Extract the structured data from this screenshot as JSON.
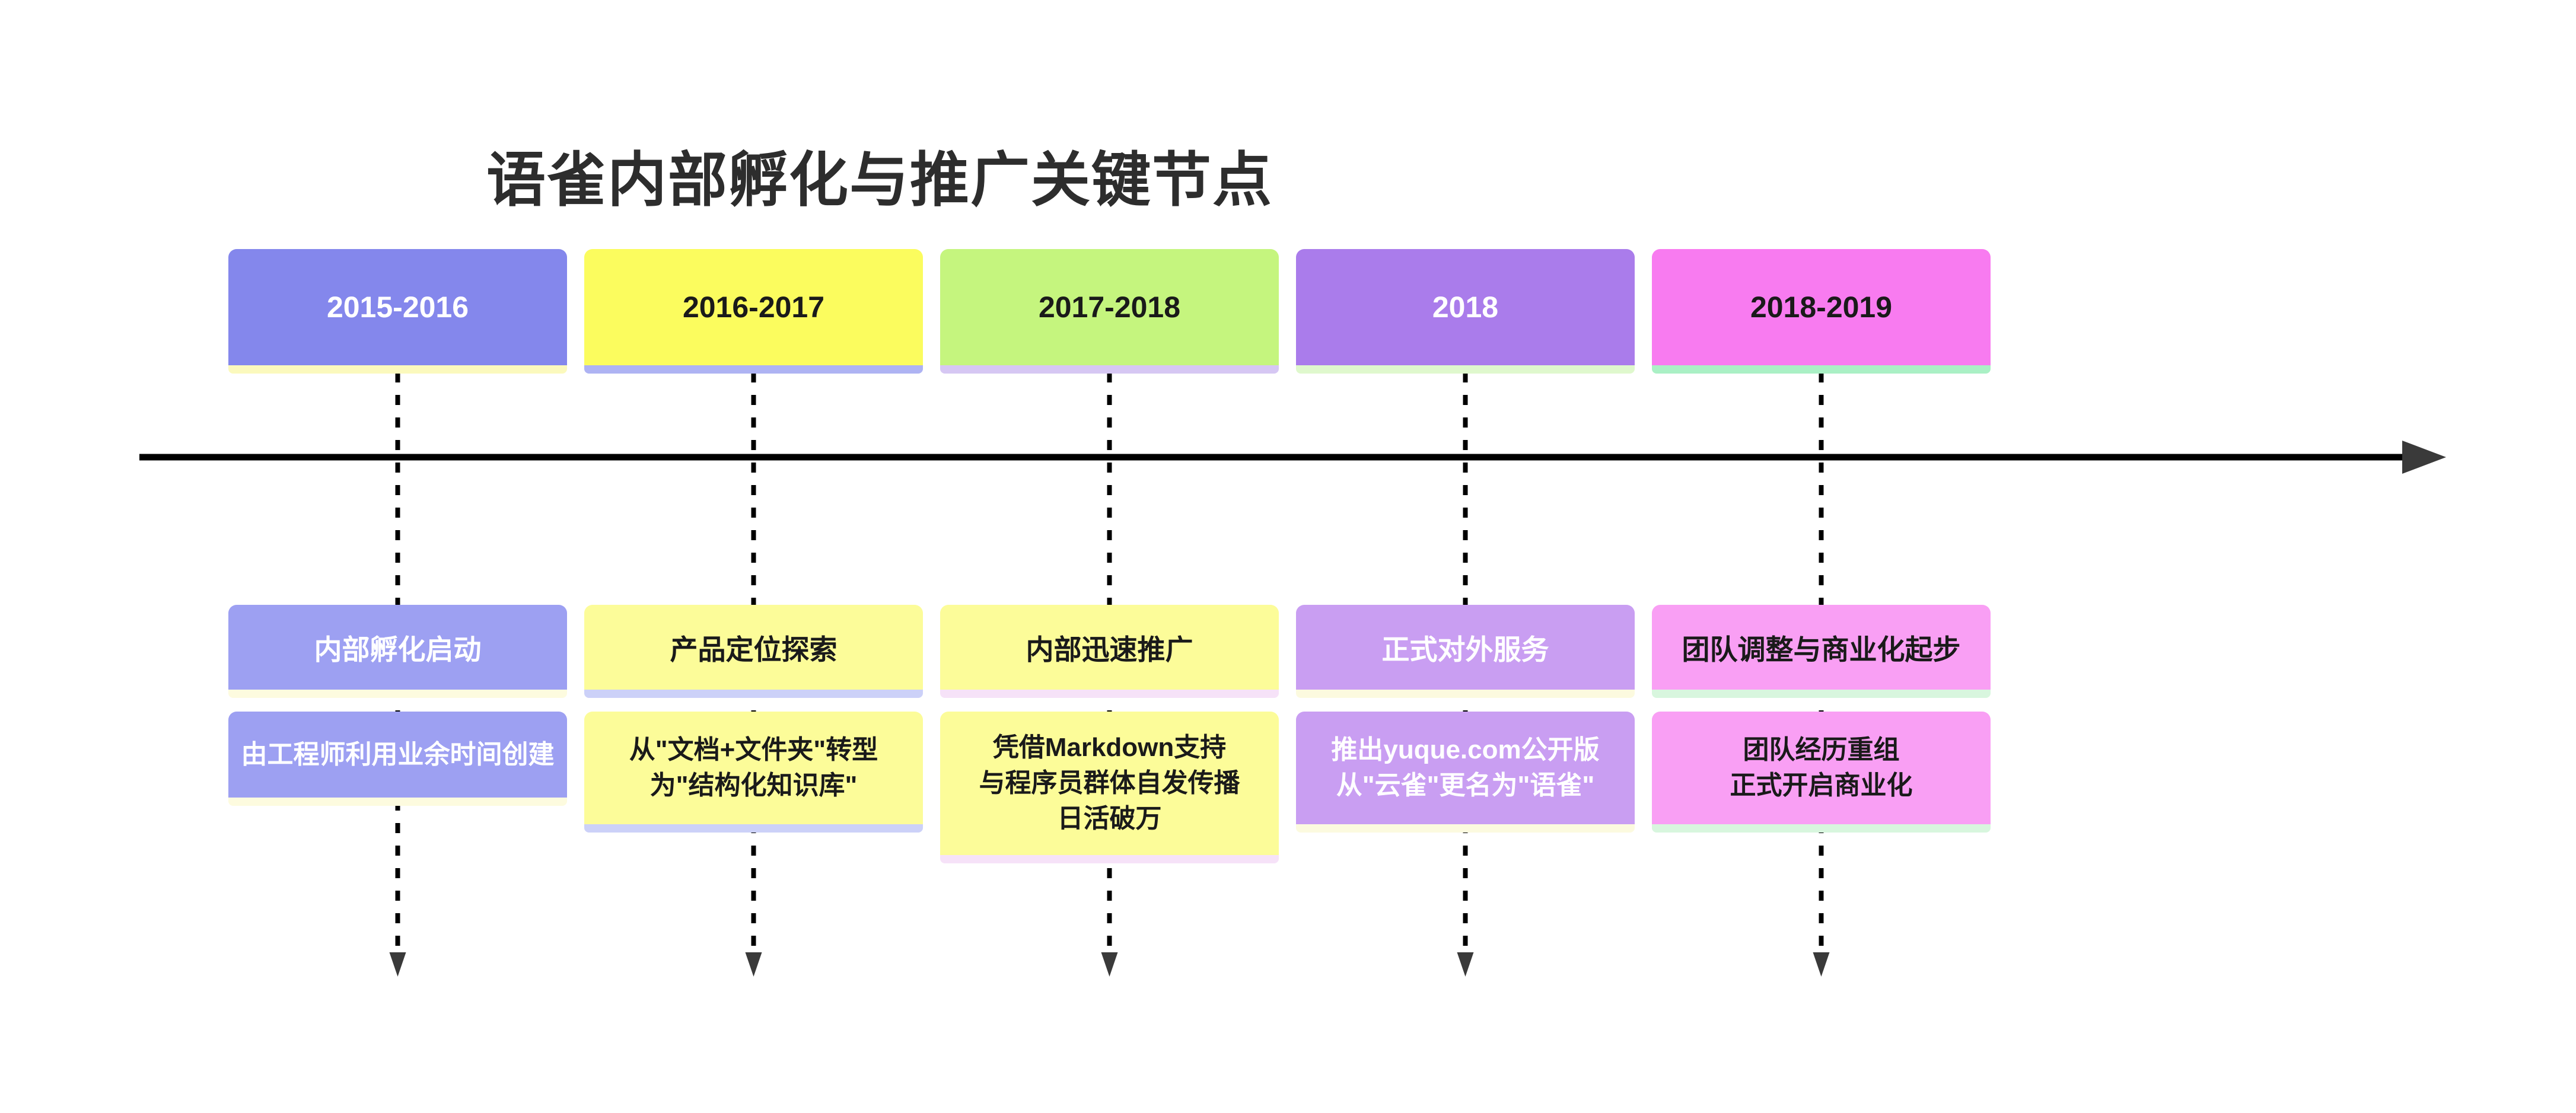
{
  "title": "语雀内部孵化与推广关键节点",
  "title_color": "#2d2d2d",
  "axis": {
    "direction": "right",
    "color": "#000000",
    "arrowhead_color": "#3a3a3a"
  },
  "dashed_line_color": "#000000",
  "sections": [
    {
      "period": "2015-2016",
      "event": "内部孵化启动",
      "detail": "由工程师利用业余时间创建",
      "colors": {
        "header_bg": "#8487ec",
        "event_bg": "#9da0f2",
        "text": "#ffffff",
        "header_strip": "#fbf9bd",
        "event_strip": "#fdfbdf"
      }
    },
    {
      "period": "2016-2017",
      "event": "产品定位探索",
      "detail": "从\"文档+文件夹\"转型\n为\"结构化知识库\"",
      "colors": {
        "header_bg": "#fbfc5e",
        "event_bg": "#fcfc99",
        "text": "#1a1a1a",
        "header_strip": "#aeb3f3",
        "event_strip": "#ccd1f8"
      }
    },
    {
      "period": "2017-2018",
      "event": "内部迅速推广",
      "detail": "凭借Markdown支持\n与程序员群体自发传播\n日活破万",
      "colors": {
        "header_bg": "#c5f57e",
        "event_bg": "#fcfc99",
        "text": "#1a1a1a",
        "header_strip": "#d6c7f3",
        "event_strip": "#f6e2f8"
      }
    },
    {
      "period": "2018",
      "event": "正式对外服务",
      "detail": "推出yuque.com公开版\n从\"云雀\"更名为\"语雀\"",
      "colors": {
        "header_bg": "#aa7ceb",
        "event_bg": "#c99ef2",
        "text": "#ffffff",
        "header_strip": "#dff8cd",
        "event_strip": "#fcfadf"
      }
    },
    {
      "period": "2018-2019",
      "event": "团队调整与商业化起步",
      "detail": "团队经历重组\n正式开启商业化",
      "colors": {
        "header_bg": "#f87bf0",
        "event_bg": "#f99ff4",
        "text": "#1a1a1a",
        "header_strip": "#aaf0c5",
        "event_strip": "#d8f6de"
      }
    }
  ]
}
